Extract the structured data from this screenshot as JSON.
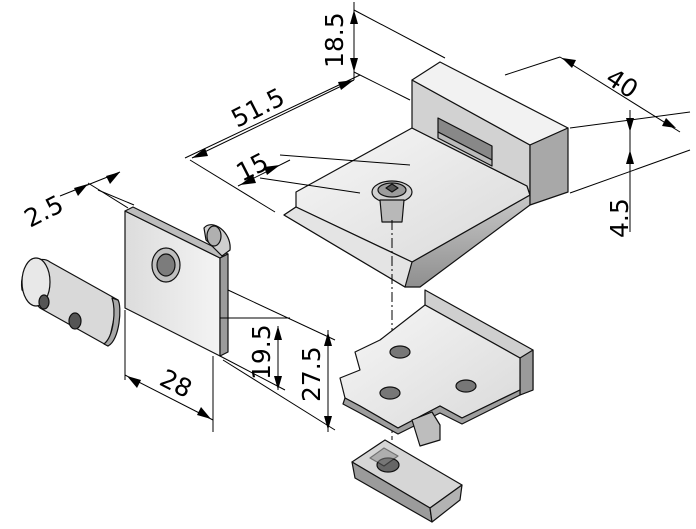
{
  "dimensions": {
    "d_18_5": "18.5",
    "d_51_5": "51.5",
    "d_40": "40",
    "d_15": "15",
    "d_4_5": "4.5",
    "d_2_5": "2.5",
    "d_19_5": "19.5",
    "d_27_5": "27.5",
    "d_28": "28"
  },
  "colors": {
    "metal_light": "#eeeeee",
    "metal_mid": "#cfcfcf",
    "metal_dark": "#9a9a9a",
    "line": "#000000"
  }
}
